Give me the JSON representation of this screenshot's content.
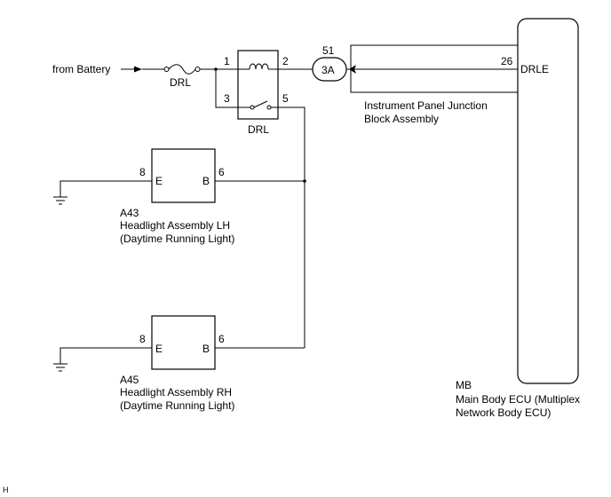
{
  "source": {
    "from_battery": "from Battery"
  },
  "fuse": {
    "label": "DRL"
  },
  "relay": {
    "label": "DRL",
    "pin_1": "1",
    "pin_2": "2",
    "pin_3": "3",
    "pin_5": "5"
  },
  "connector": {
    "pin": "51",
    "label": "3A"
  },
  "junction_block": {
    "line1": "Instrument Panel Junction",
    "line2": "Block Assembly"
  },
  "ecu": {
    "pin": "26",
    "signal": "DRLE",
    "code": "MB",
    "line1": "Main Body ECU (Multiplex",
    "line2": "Network Body ECU)"
  },
  "headlight_lh": {
    "code": "A43",
    "line1": "Headlight Assembly LH",
    "line2": "(Daytime Running Light)",
    "pin_e": "8",
    "pin_b": "6",
    "term_e": "E",
    "term_b": "B"
  },
  "headlight_rh": {
    "code": "A45",
    "line1": "Headlight Assembly RH",
    "line2": "(Daytime Running Light)",
    "pin_e": "8",
    "pin_b": "6",
    "term_e": "E",
    "term_b": "B"
  },
  "corner_mark": "H"
}
